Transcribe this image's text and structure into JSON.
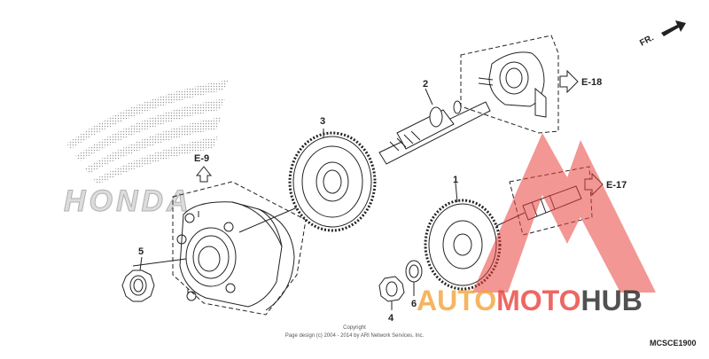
{
  "diagram": {
    "brand_watermark": "HONDA",
    "direction_indicator": "FR.",
    "callouts": {
      "p1": "1",
      "p2": "2",
      "p3": "3",
      "p4": "4",
      "p5": "5",
      "p6": "6"
    },
    "references": {
      "e9": "E-9",
      "e17": "E-17",
      "e18": "E-18"
    },
    "copyright_line1": "Copyright",
    "copyright_line2": "Page design (c) 2004 - 2014 by ARI Network Services, Inc.",
    "diagram_code": "MCSCE1900",
    "overlay_logo": {
      "word1": "AUTO",
      "word2": "MOTO",
      "word3": "HUB"
    },
    "colors": {
      "line": "#222222",
      "overlay_red": "#e8413c",
      "overlay_orange": "#f2a33a",
      "overlay_dark": "#333333",
      "watermark": "#c4c4c4"
    }
  }
}
